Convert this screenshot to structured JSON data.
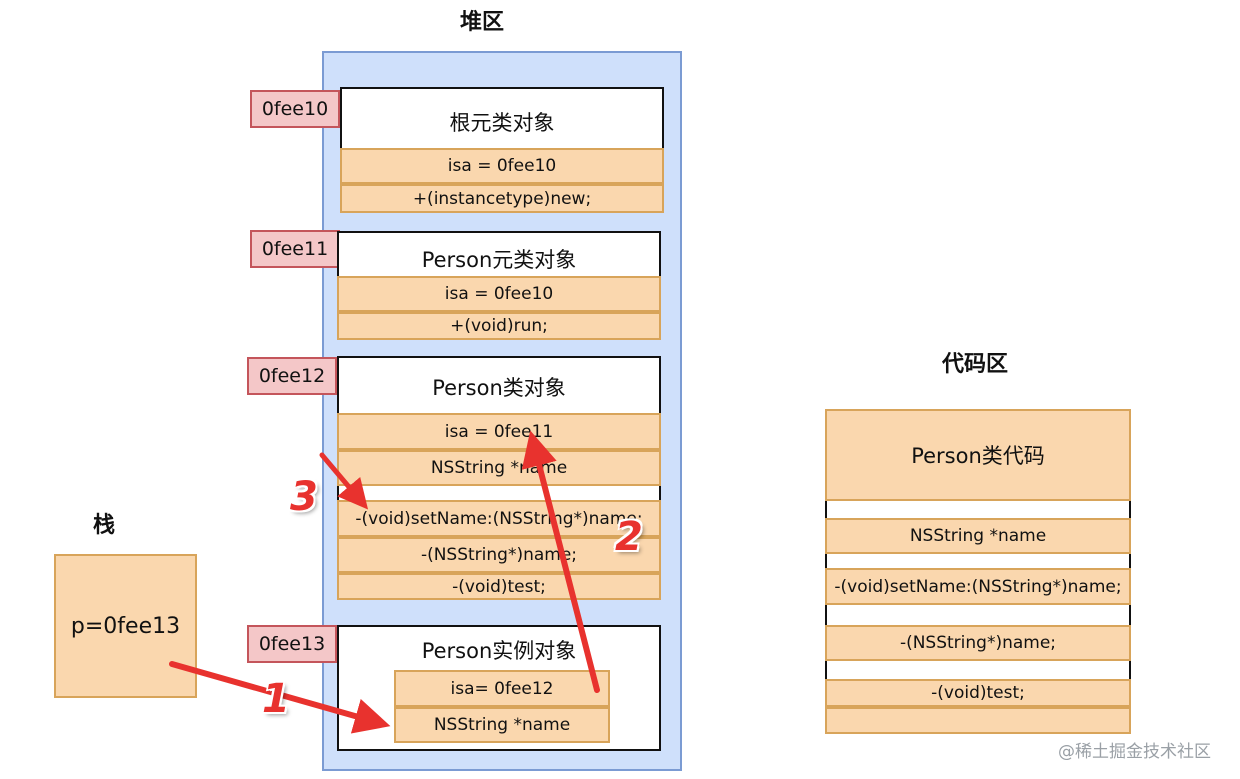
{
  "heap": {
    "title": "堆区",
    "objects": [
      {
        "address": "0fee10",
        "title": "根元类对象",
        "rows": [
          "isa = 0fee10",
          "+(instancetype)new;"
        ]
      },
      {
        "address": "0fee11",
        "title": "Person元类对象",
        "rows": [
          "isa = 0fee10",
          "+(void)run;"
        ]
      },
      {
        "address": "0fee12",
        "title": "Person类对象",
        "rows": [
          "isa = 0fee11",
          "NSString *name",
          "-(void)setName:(NSString*)name;",
          "-(NSString*)name;",
          "-(void)test;"
        ]
      },
      {
        "address": "0fee13",
        "title": "Person实例对象",
        "rows": [
          "isa= 0fee12",
          "NSString *name"
        ]
      }
    ]
  },
  "stack": {
    "title": "栈",
    "value": "p=0fee13"
  },
  "code_area": {
    "title": "代码区",
    "block_title": "Person类代码",
    "rows": [
      "NSString *name",
      "-(void)setName:(NSString*)name;",
      "-(NSString*)name;",
      "-(void)test;"
    ]
  },
  "arrows": [
    {
      "label": "1",
      "color": "#e8322e"
    },
    {
      "label": "2",
      "color": "#e8322e"
    },
    {
      "label": "3",
      "color": "#e8322e"
    }
  ],
  "watermark": "@稀土掘金技术社区"
}
